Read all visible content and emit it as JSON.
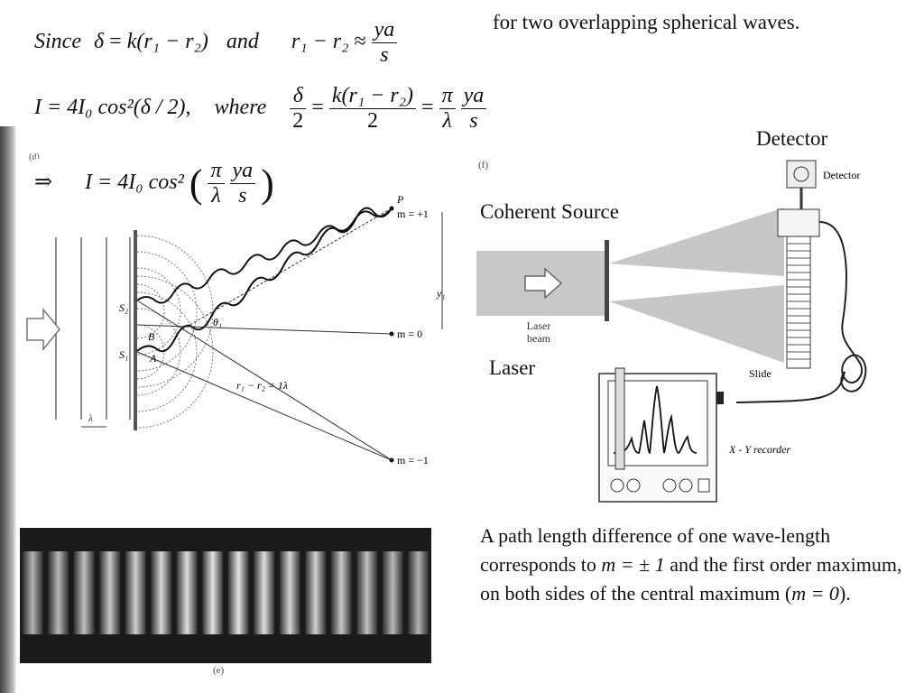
{
  "equations": {
    "eq1": {
      "since": "Since",
      "delta": "δ",
      "eq_sign": "=",
      "k": "k",
      "paren_r1_r2": "(r₁ − r₂)",
      "and": "and",
      "r1_minus_r2": "r₁ − r₂",
      "approx": "≈",
      "num": "ya",
      "den": "s"
    },
    "eq1_note": "for two overlapping spherical waves.",
    "eq2": {
      "lhs": "I = 4I₀ cos²(δ / 2),",
      "where": "where",
      "frac1_num": "δ",
      "frac1_den": "2",
      "eq_a": "=",
      "frac2_num": "k(r₁ − r₂)",
      "frac2_den": "2",
      "eq_b": "=",
      "frac3_num": "π",
      "frac3_den": "λ",
      "frac4_num": "ya",
      "frac4_den": "s"
    },
    "eq3": {
      "implies": "⇒",
      "lhs": "I = 4I₀ cos²",
      "frac1_num": "π",
      "frac1_den": "λ",
      "frac2_num": "ya",
      "frac2_den": "s"
    }
  },
  "figure_d": {
    "panel_label": "(d)",
    "P": "P",
    "m_plus1": "m = +1",
    "m_zero": "m = 0",
    "m_minus1": "m = −1",
    "y1": "y₁",
    "S1": "S₁",
    "S2": "S₂",
    "B": "B",
    "A": "A",
    "theta1": "θ₁",
    "path_label": "r₁ − r₂ = 1λ",
    "lambda": "λ"
  },
  "figure_f": {
    "panel_label": "(f)",
    "detector_title": "Detector",
    "detector_small": "Detector",
    "coherent_source": "Coherent Source",
    "laser_beam": "Laser beam",
    "laser": "Laser",
    "slide": "Slide",
    "xy_recorder": "X - Y recorder"
  },
  "figure_e": {
    "panel_label": "(e)",
    "fringe_count": 16
  },
  "paragraph": {
    "text_a": "A path length difference of one wave-length corresponds to ",
    "m_pm": "m = ± 1",
    "text_b": " and the first order maximum, on both sides of the central maximum (",
    "m0": "m = 0",
    "text_c": ")."
  },
  "colors": {
    "page_bg": "#ffffff",
    "ink": "#111111",
    "beam": "#c8c8c8",
    "photo_dark": "#1a1a1a"
  }
}
